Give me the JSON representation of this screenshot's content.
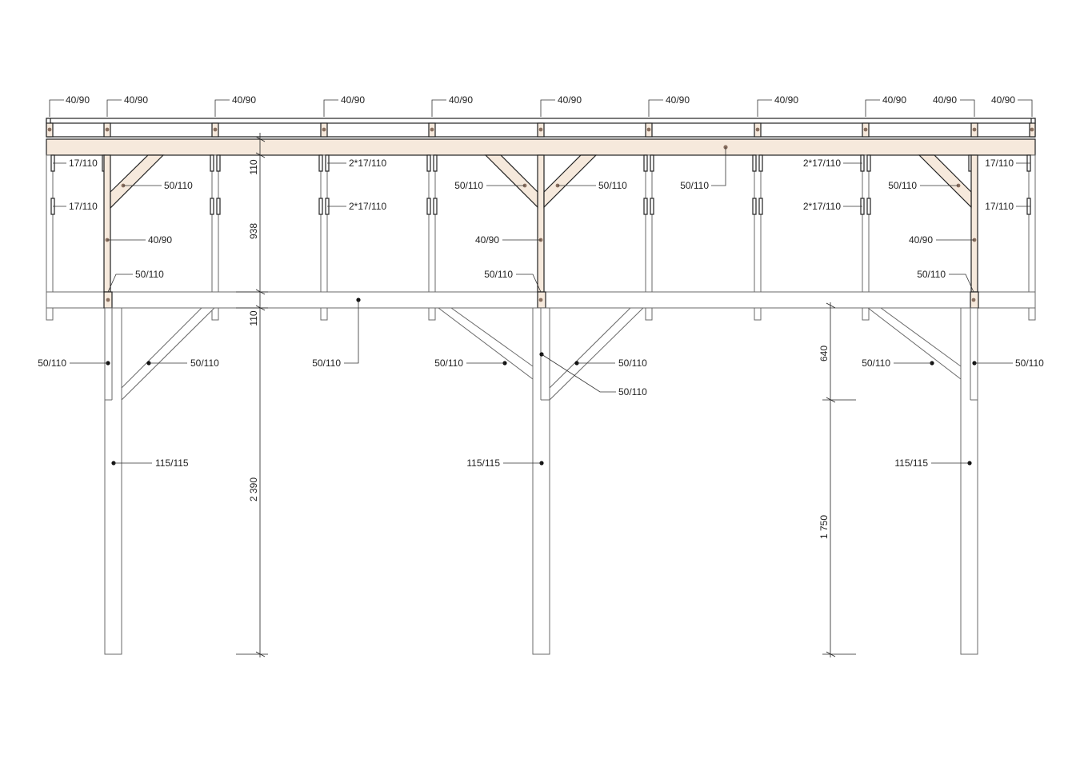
{
  "colors": {
    "timber_highlight": "#f6e9dc",
    "outline": "#222222",
    "secondary_outline": "#6a6a6a",
    "marker_brown": "#8a7060",
    "marker_black": "#111111"
  },
  "labels": {
    "top_joists": [
      "40/90",
      "40/90",
      "40/90",
      "40/90",
      "40/90",
      "40/90",
      "40/90",
      "40/90",
      "40/90",
      "40/90",
      "40/90"
    ],
    "beam_upper": "50/110",
    "boards_left_1": "17/110",
    "boards_left_2": "17/110",
    "boards_mid_1": "2*17/110",
    "boards_mid_2": "2*17/110",
    "boards_right_mid_1": "2*17/110",
    "boards_right_mid_2": "2*17/110",
    "boards_right_1": "17/110",
    "boards_right_2": "17/110",
    "brace_upper_left": "50/110",
    "brace_upper_mid_left": "50/110",
    "brace_upper_mid_right": "50/110",
    "brace_upper_right": "50/110",
    "post_upper_left": "40/90",
    "post_upper_mid": "40/90",
    "post_upper_right": "40/90",
    "bottom_left": "50/110",
    "bottom_mid": "50/110",
    "bottom_right": "50/110",
    "lower_left_post": "50/110",
    "lower_left_brace": "50/110",
    "lower_beam": "50/110",
    "lower_mid_brace_left": "50/110",
    "lower_mid_brace_right": "50/110",
    "lower_mid_post": "50/110",
    "lower_right_brace": "50/110",
    "lower_right_post": "50/110",
    "main_post_left": "115/115",
    "main_post_mid": "115/115",
    "main_post_right": "115/115"
  },
  "dimensions": {
    "beam_top": "110",
    "upper_height": "938",
    "beam_bottom": "110",
    "post_height": "2 390",
    "brace_height": "640",
    "clear_height": "1 750"
  }
}
